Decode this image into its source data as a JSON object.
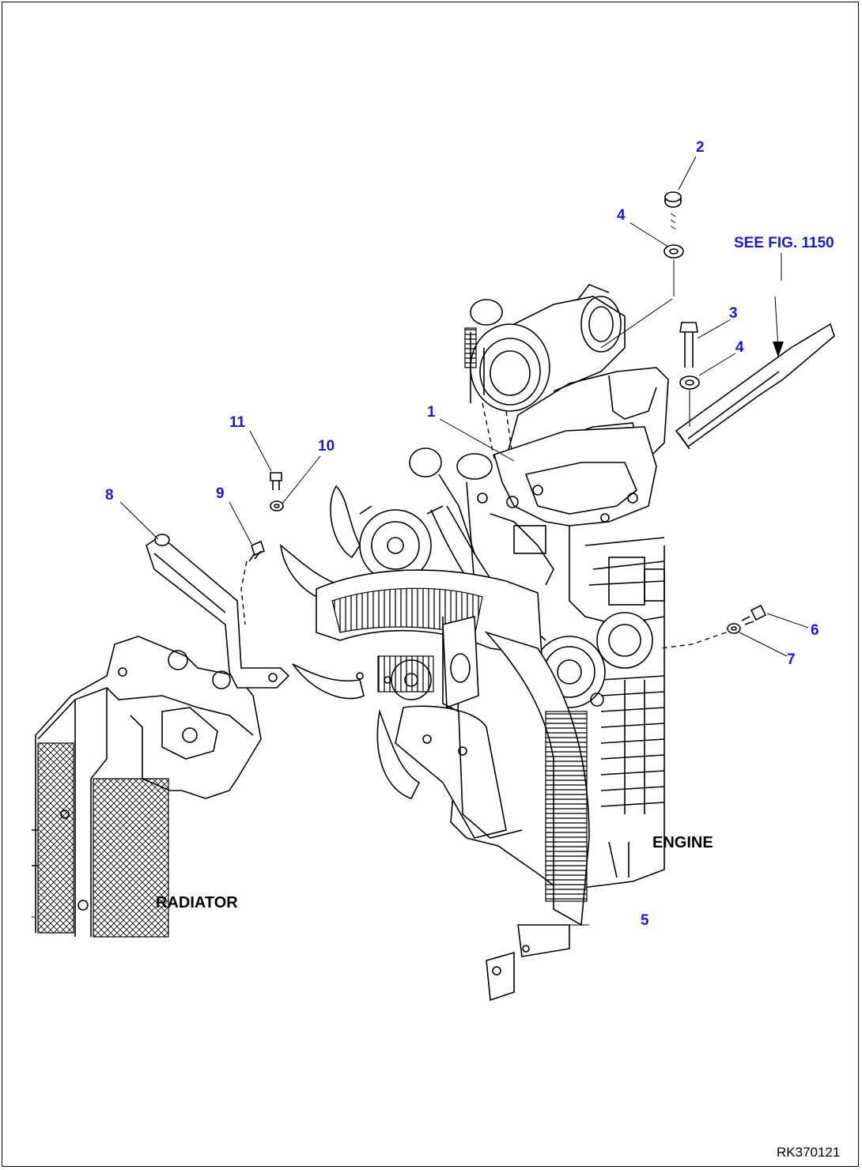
{
  "callouts": [
    {
      "id": "c1",
      "text": "1"
    },
    {
      "id": "c2",
      "text": "2"
    },
    {
      "id": "c3",
      "text": "3"
    },
    {
      "id": "c4a",
      "text": "4"
    },
    {
      "id": "c4b",
      "text": "4"
    },
    {
      "id": "c5",
      "text": "5"
    },
    {
      "id": "c6",
      "text": "6"
    },
    {
      "id": "c7",
      "text": "7"
    },
    {
      "id": "c8",
      "text": "8"
    },
    {
      "id": "c9",
      "text": "9"
    },
    {
      "id": "c10",
      "text": "10"
    },
    {
      "id": "c11",
      "text": "11"
    }
  ],
  "reference": "SEE FIG. 1150",
  "labels": {
    "engine": "ENGINE",
    "radiator": "RADIATOR"
  },
  "figure_id": "RK370121",
  "colors": {
    "callout": "#1a1acc",
    "line": "#000000"
  }
}
